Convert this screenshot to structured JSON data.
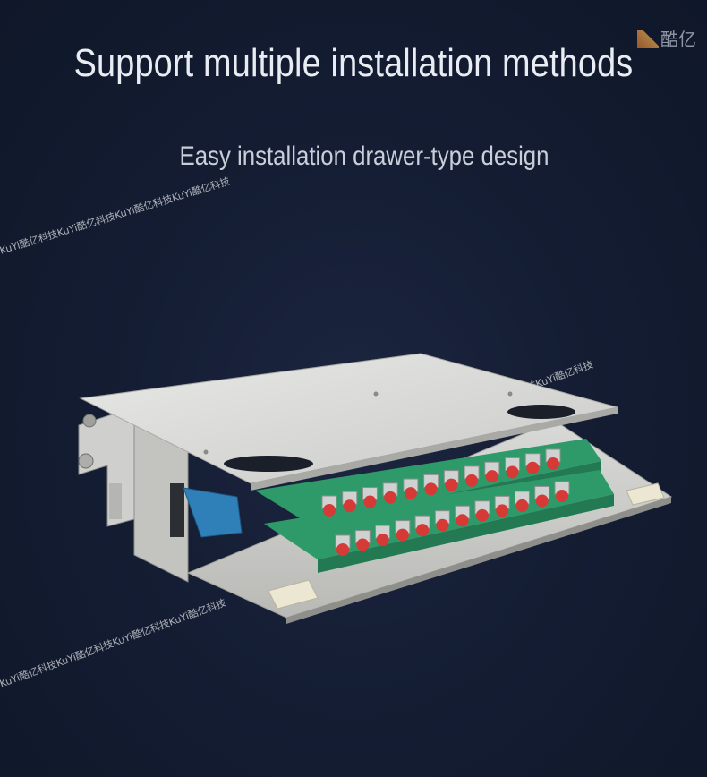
{
  "headline": "Support multiple installation methods",
  "subline": "Easy installation drawer-type design",
  "logo": {
    "text": "酷亿",
    "icon": "flame-logo-icon"
  },
  "watermark_text": "KuYi酷亿科技KuYi酷亿科技KuYi酷亿科技KuYi酷亿科技",
  "product": {
    "name": "fiber-optic-patch-panel-drawer",
    "adapters_per_row": 12,
    "rows": 2,
    "colors": {
      "body": "#d7d8d6",
      "tray": "#2e9a6a",
      "connector": "#d63a36",
      "background": "#141d33"
    }
  }
}
